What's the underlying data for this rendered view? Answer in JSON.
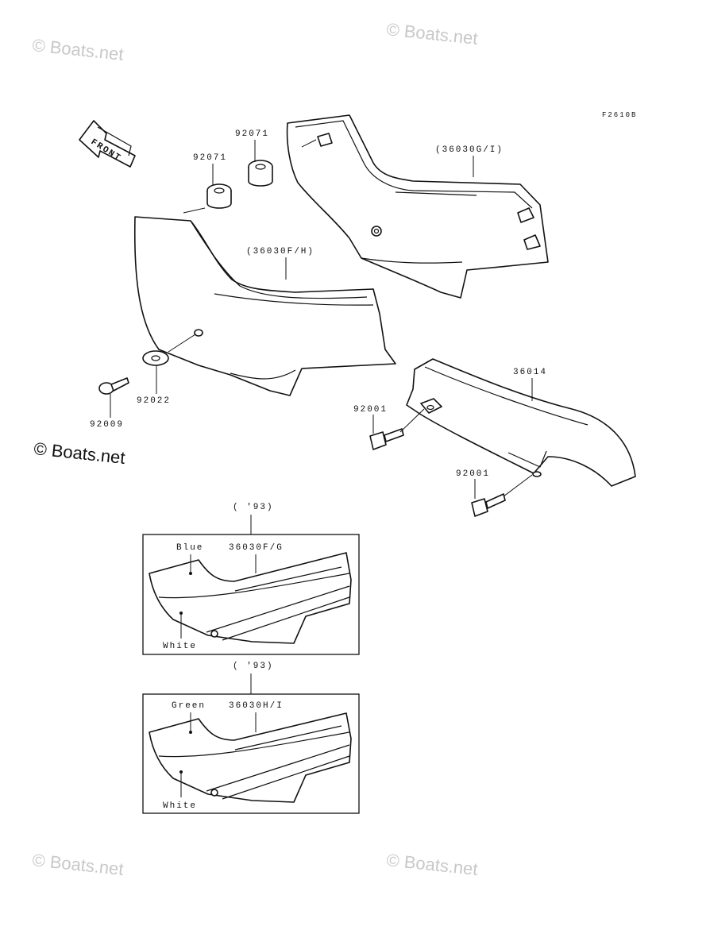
{
  "figure_code": "F2610B",
  "front_label": "FRONT",
  "watermarks": [
    "© Boats.net",
    "© Boats.net",
    "© Boats.net",
    "© Boats.net",
    "© Boats.net"
  ],
  "callouts": {
    "grommet_right": "92071",
    "grommet_left": "92071",
    "cover_right": "(36030G/I)",
    "cover_left": "(36030F/H)",
    "washer": "92022",
    "bolt_left": "92009",
    "chain_guard": "36014",
    "bolt_upper": "92001",
    "bolt_lower": "92001"
  },
  "variants": [
    {
      "year": "( '93)",
      "part": "36030F/G",
      "color_top": "Blue",
      "color_bottom": "White"
    },
    {
      "year": "( '93)",
      "part": "36030H/I",
      "color_top": "Green",
      "color_bottom": "White"
    }
  ]
}
